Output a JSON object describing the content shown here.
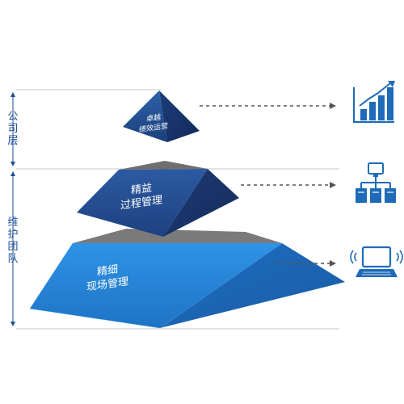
{
  "side_labels": {
    "company_level": "公司层",
    "maintenance_team": "维护团队"
  },
  "tiers": [
    {
      "line1": "卓越",
      "line2": "绩效运营",
      "icon": "bar-chart-icon"
    },
    {
      "line1": "精益",
      "line2": "过程管理",
      "icon": "network-hierarchy-icon"
    },
    {
      "line1": "精细",
      "line2": "现场管理",
      "icon": "laptop-icon"
    }
  ],
  "colors": {
    "accent": "#1f6bb8",
    "light_blue": "#2d8fe0",
    "navy": "#1d3f7e",
    "grey_top": "#7a7a7a",
    "guide_line": "#c9c9c9"
  }
}
